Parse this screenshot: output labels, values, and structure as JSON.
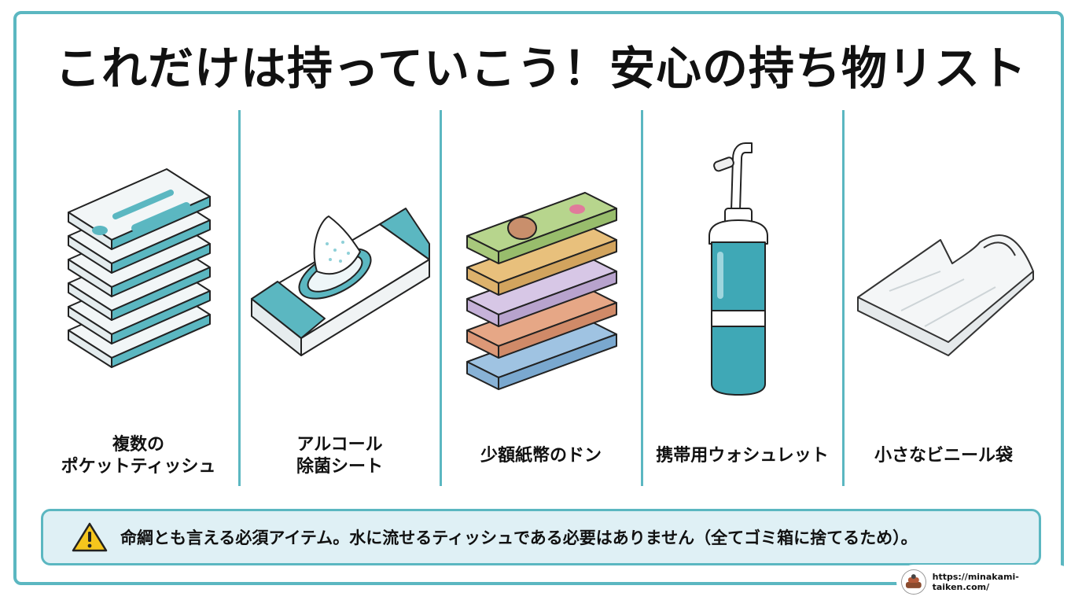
{
  "title": "これだけは持っていこう！安心の持ち物リスト",
  "items": [
    {
      "line1": "複数の",
      "line2": "ポケットティッシュ",
      "icon": "tissue-packs-icon"
    },
    {
      "line1": "アルコール",
      "line2": "除菌シート",
      "icon": "wet-wipes-icon"
    },
    {
      "line1": "少額紙幣のドン",
      "line2": "",
      "icon": "banknotes-icon"
    },
    {
      "line1": "携帯用ウォシュレット",
      "line2": "",
      "icon": "portable-bidet-icon"
    },
    {
      "line1": "小さなビニール袋",
      "line2": "",
      "icon": "plastic-bag-icon"
    }
  ],
  "note": {
    "icon": "warning-icon",
    "text": "命綱とも言える必須アイテム。水に流せるティッシュである必要はありません（全てゴミ箱に捨てるため）。"
  },
  "credit": {
    "url": "https://minakami-taiken.com/"
  },
  "colors": {
    "accent": "#5bb7c1",
    "note_bg": "#dff0f5",
    "warning": "#f6c61d"
  }
}
